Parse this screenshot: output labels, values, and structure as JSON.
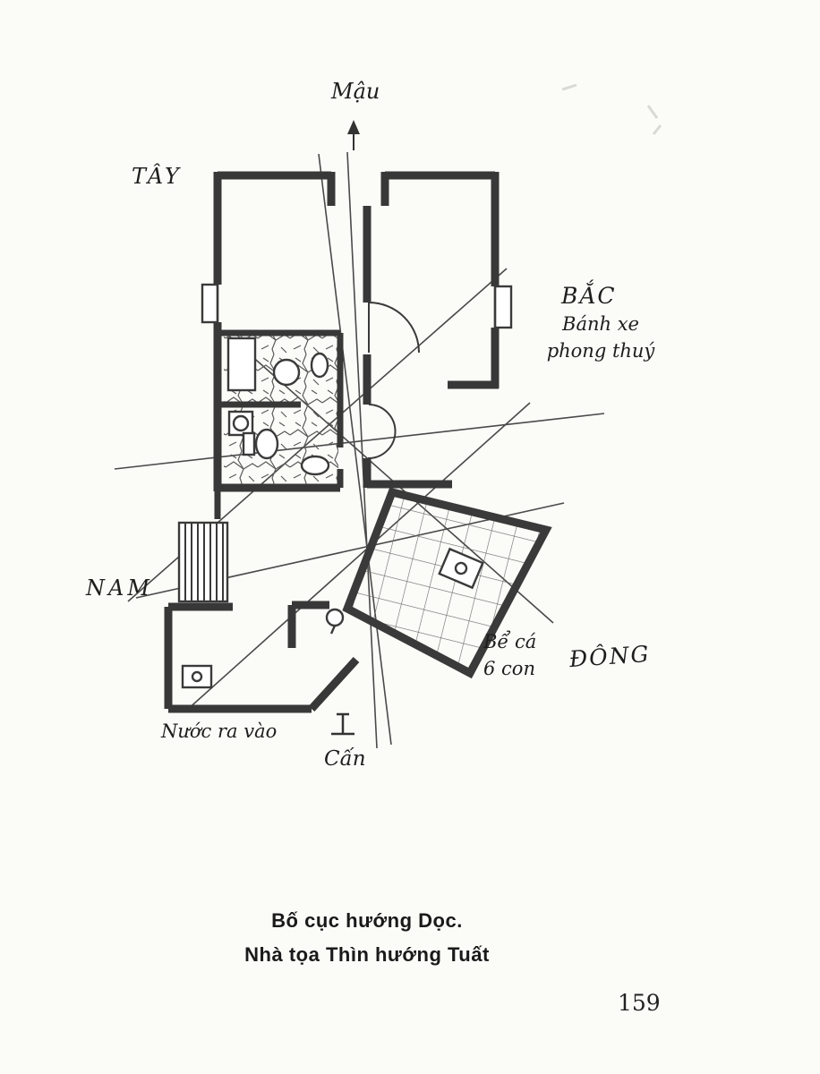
{
  "page": {
    "number": "159",
    "caption": {
      "line1": "Bố cục hướng Dọc.",
      "line2": "Nhà tọa Thìn hướng Tuất"
    }
  },
  "diagram": {
    "labels": {
      "mau": "Mậu",
      "tay": "TÂY",
      "bac": "BẮC",
      "banh_xe_line1": "Bánh xe",
      "banh_xe_line2": "phong thuý",
      "nam": "NAM",
      "dong": "ĐÔNG",
      "be_ca_line1": "Bể cá",
      "be_ca_line2": "6 con",
      "nuoc": "Nước ra vào",
      "can": "Cấn"
    }
  }
}
